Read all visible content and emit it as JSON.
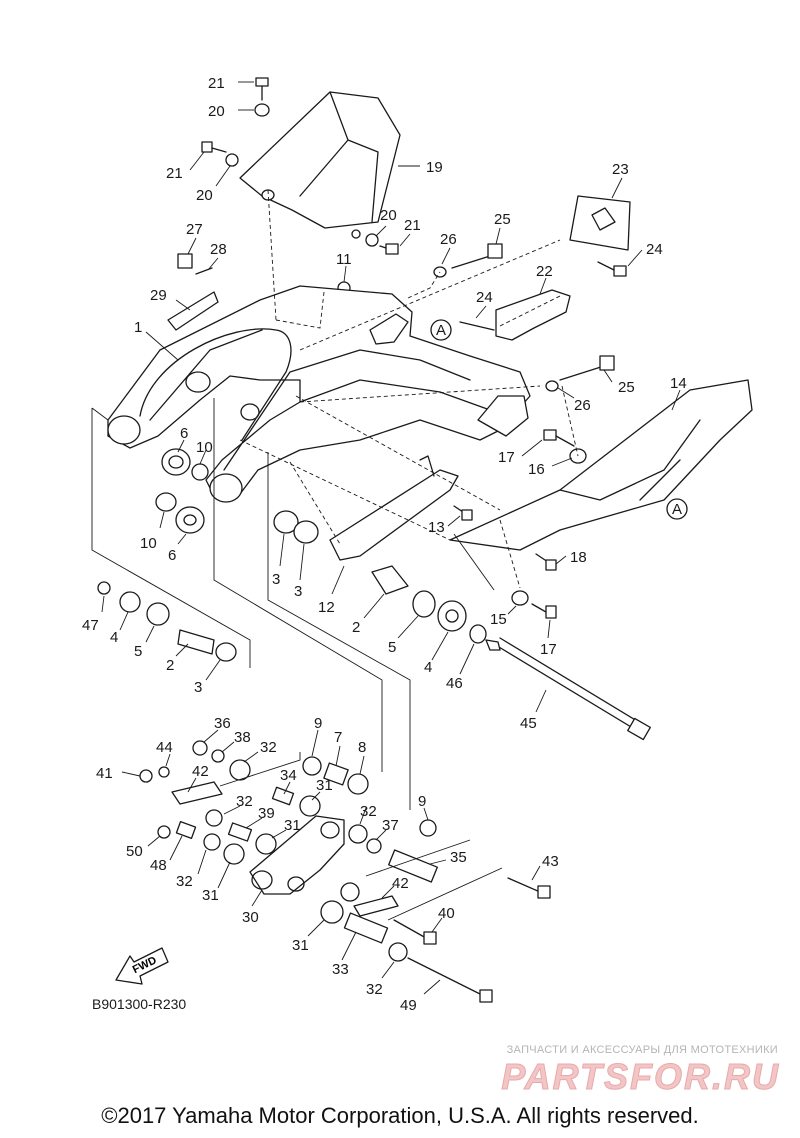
{
  "diagram": {
    "drawing_code": "B901300-R230",
    "copyright": "©2017 Yamaha Motor Corporation, U.S.A. All rights reserved.",
    "fwd_label": "FWD",
    "reference_mark": "A",
    "shop_tagline": "ЗАПЧАСТИ И АКСЕССУАРЫ ДЛЯ МОТОТЕХНИКИ",
    "shop_logo": "PARTSFOR.RU"
  },
  "callouts": [
    {
      "label": "21"
    },
    {
      "label": "20"
    },
    {
      "label": "21"
    },
    {
      "label": "20"
    },
    {
      "label": "19"
    },
    {
      "label": "20"
    },
    {
      "label": "21"
    },
    {
      "label": "23"
    },
    {
      "label": "27"
    },
    {
      "label": "28"
    },
    {
      "label": "26"
    },
    {
      "label": "25"
    },
    {
      "label": "24"
    },
    {
      "label": "11"
    },
    {
      "label": "22"
    },
    {
      "label": "29"
    },
    {
      "label": "24"
    },
    {
      "label": "1"
    },
    {
      "label": "25"
    },
    {
      "label": "26"
    },
    {
      "label": "14"
    },
    {
      "label": "6"
    },
    {
      "label": "10"
    },
    {
      "label": "17"
    },
    {
      "label": "16"
    },
    {
      "label": "13"
    },
    {
      "label": "18"
    },
    {
      "label": "10"
    },
    {
      "label": "6"
    },
    {
      "label": "3"
    },
    {
      "label": "3"
    },
    {
      "label": "12"
    },
    {
      "label": "2"
    },
    {
      "label": "15"
    },
    {
      "label": "17"
    },
    {
      "label": "47"
    },
    {
      "label": "4"
    },
    {
      "label": "5"
    },
    {
      "label": "2"
    },
    {
      "label": "3"
    },
    {
      "label": "5"
    },
    {
      "label": "4"
    },
    {
      "label": "46"
    },
    {
      "label": "45"
    },
    {
      "label": "36"
    },
    {
      "label": "9"
    },
    {
      "label": "38"
    },
    {
      "label": "32"
    },
    {
      "label": "7"
    },
    {
      "label": "8"
    },
    {
      "label": "44"
    },
    {
      "label": "42"
    },
    {
      "label": "41"
    },
    {
      "label": "34"
    },
    {
      "label": "31"
    },
    {
      "label": "32"
    },
    {
      "label": "39"
    },
    {
      "label": "32"
    },
    {
      "label": "9"
    },
    {
      "label": "37"
    },
    {
      "label": "31"
    },
    {
      "label": "50"
    },
    {
      "label": "48"
    },
    {
      "label": "35"
    },
    {
      "label": "32"
    },
    {
      "label": "31"
    },
    {
      "label": "42"
    },
    {
      "label": "43"
    },
    {
      "label": "30"
    },
    {
      "label": "40"
    },
    {
      "label": "31"
    },
    {
      "label": "33"
    },
    {
      "label": "32"
    },
    {
      "label": "49"
    }
  ]
}
